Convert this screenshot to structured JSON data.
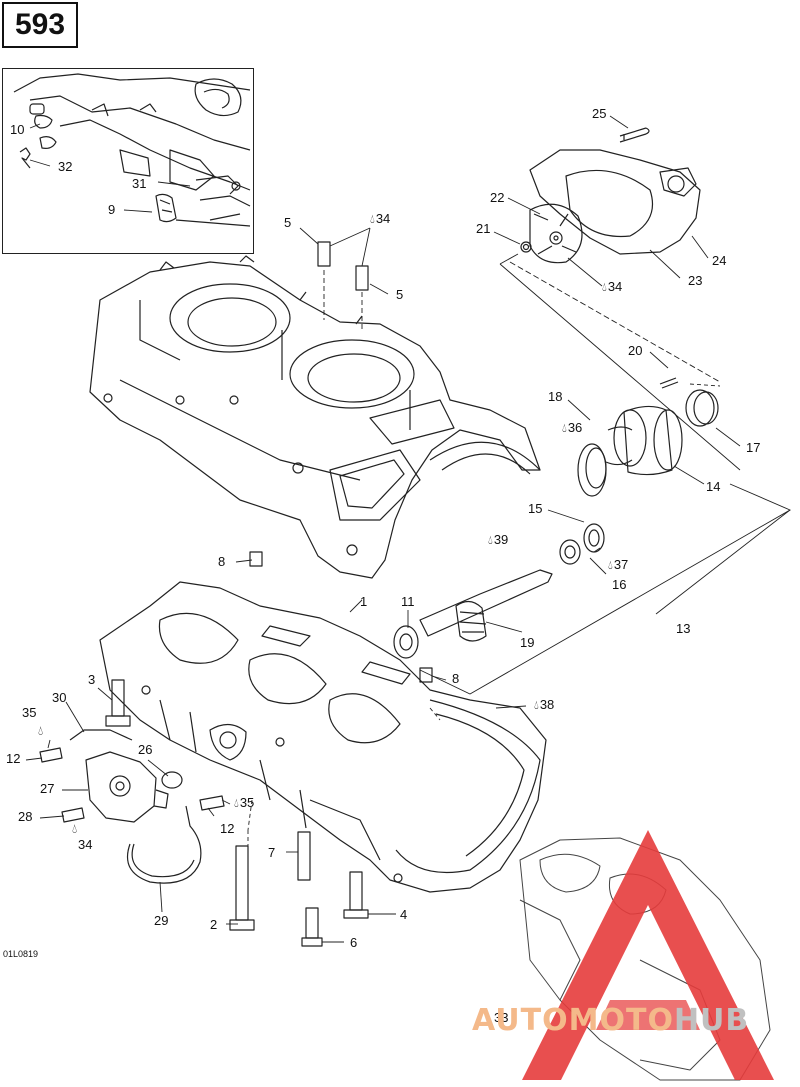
{
  "page_number": "593",
  "figure_code": "01L0819",
  "watermark": {
    "part1": "AUTOMOTO",
    "part2": "HUB",
    "color1": "#f4b98a",
    "color2": "#c0c0c0"
  },
  "callouts": {
    "c1": "1",
    "c2": "2",
    "c3": "3",
    "c4": "4",
    "c5a": "5",
    "c5b": "5",
    "c6": "6",
    "c7": "7",
    "c8a": "8",
    "c8b": "8",
    "c9": "9",
    "c10": "10",
    "c11": "11",
    "c12a": "12",
    "c12b": "12",
    "c13": "13",
    "c14": "14",
    "c15": "15",
    "c16": "16",
    "c17": "17",
    "c18": "18",
    "c19": "19",
    "c20": "20",
    "c21": "21",
    "c22": "22",
    "c23": "23",
    "c24": "24",
    "c25": "25",
    "c26": "26",
    "c27": "27",
    "c28": "28",
    "c29": "29",
    "c30": "30",
    "c31": "31",
    "c32": "32",
    "c33": "33",
    "c34a": "34",
    "c34b": "34",
    "c34c": "34",
    "c35a": "35",
    "c35b": "35",
    "c36": "36",
    "c37": "37",
    "c38": "38",
    "c39": "39"
  }
}
